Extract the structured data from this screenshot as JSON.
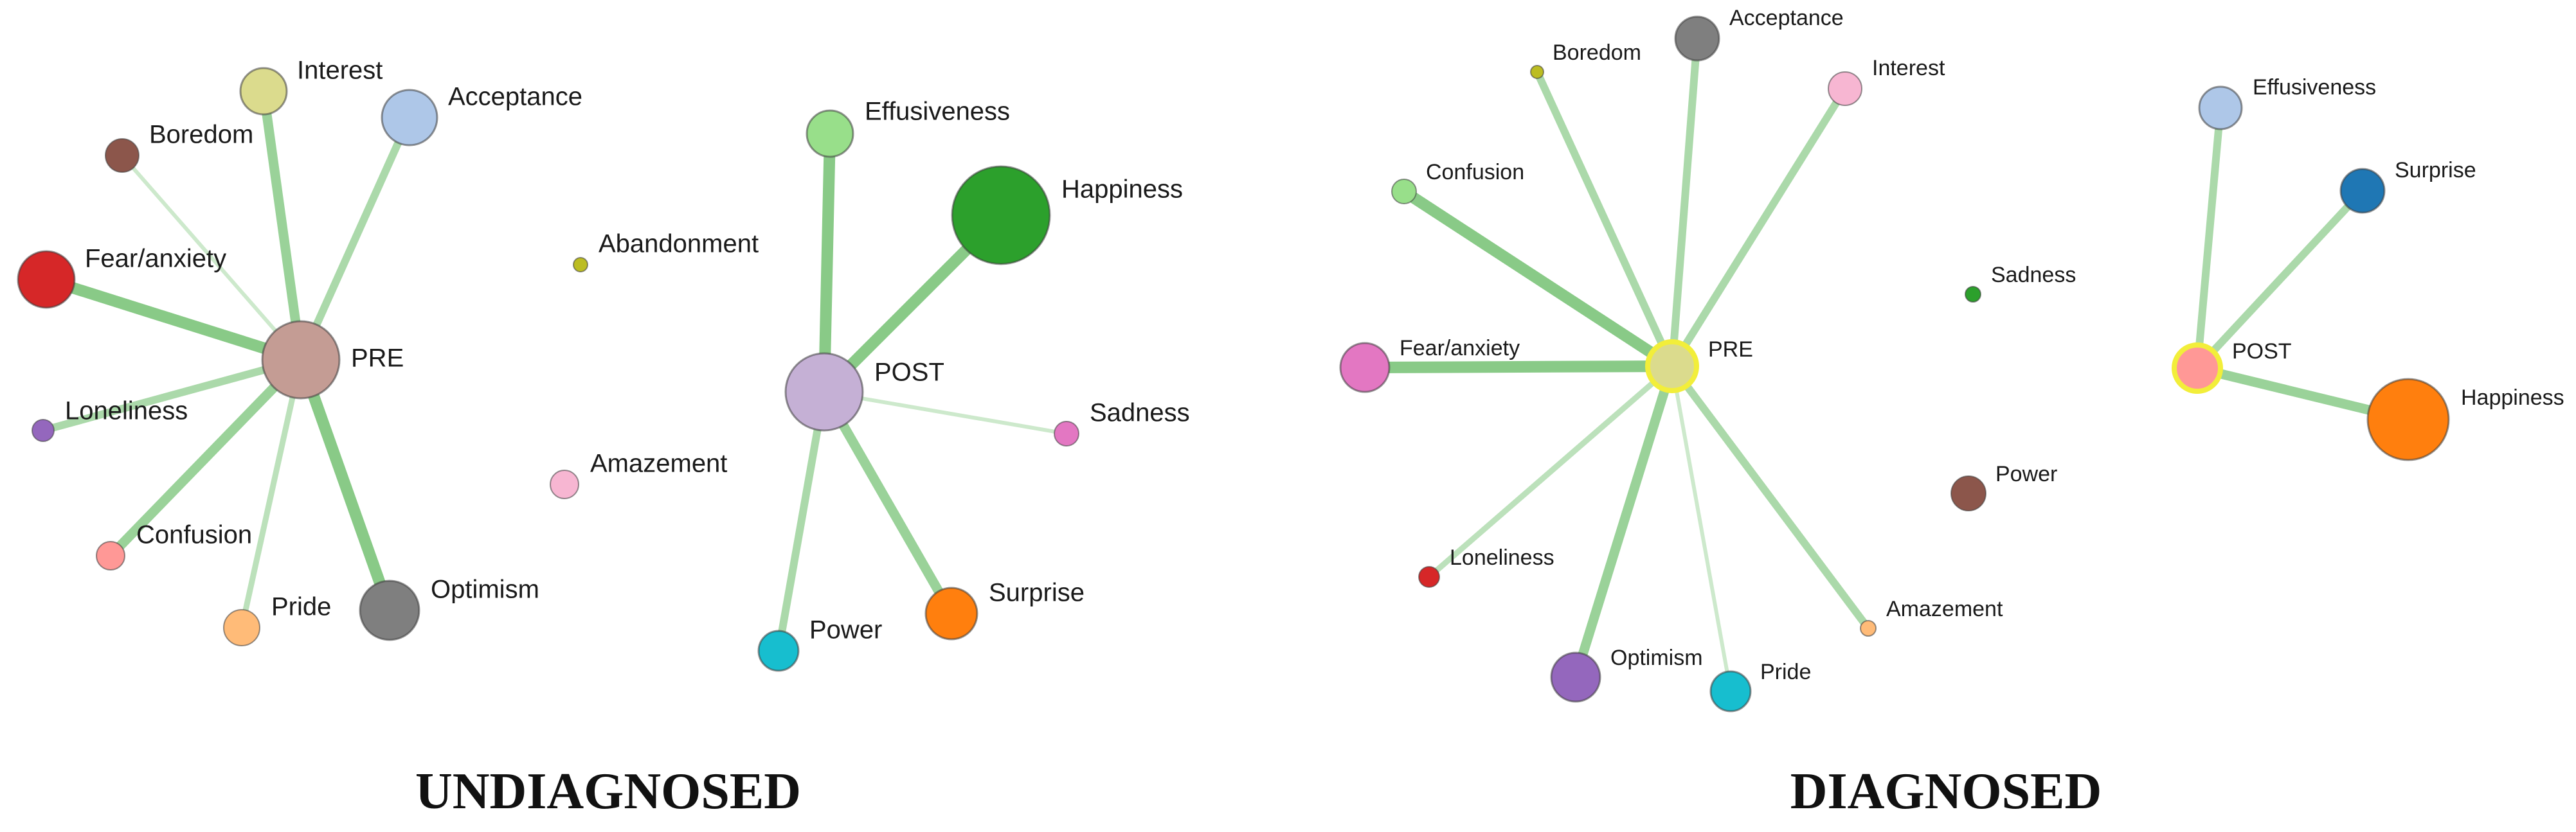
{
  "panels": [
    {
      "title": "UNDIAGNOSED",
      "nodes": [
        {
          "id": "pre",
          "label": "PRE",
          "color": "#c49c94"
        },
        {
          "id": "post",
          "label": "POST",
          "color": "#c5b0d5"
        },
        {
          "id": "interest",
          "label": "Interest",
          "color": "#dbdb8d"
        },
        {
          "id": "acceptance",
          "label": "Acceptance",
          "color": "#aec7e8"
        },
        {
          "id": "boredom",
          "label": "Boredom",
          "color": "#8c564b"
        },
        {
          "id": "fear",
          "label": "Fear/anxiety",
          "color": "#d62728"
        },
        {
          "id": "loneliness",
          "label": "Loneliness",
          "color": "#9467bd"
        },
        {
          "id": "confusion",
          "label": "Confusion",
          "color": "#ff9896"
        },
        {
          "id": "pride",
          "label": "Pride",
          "color": "#ffbb78"
        },
        {
          "id": "optimism",
          "label": "Optimism",
          "color": "#7f7f7f"
        },
        {
          "id": "abandonment",
          "label": "Abandonment",
          "color": "#bcbd22"
        },
        {
          "id": "amazement",
          "label": "Amazement",
          "color": "#f7b6d2"
        },
        {
          "id": "effusiveness",
          "label": "Effusiveness",
          "color": "#98df8a"
        },
        {
          "id": "happiness",
          "label": "Happiness",
          "color": "#2ca02c"
        },
        {
          "id": "sadness",
          "label": "Sadness",
          "color": "#e377c2"
        },
        {
          "id": "surprise",
          "label": "Surprise",
          "color": "#ff7f0e"
        },
        {
          "id": "power",
          "label": "Power",
          "color": "#17becf"
        }
      ],
      "edges": [
        {
          "from": "pre",
          "to": "interest",
          "weight": 4
        },
        {
          "from": "pre",
          "to": "acceptance",
          "weight": 3
        },
        {
          "from": "pre",
          "to": "boredom",
          "weight": 1
        },
        {
          "from": "pre",
          "to": "fear",
          "weight": 5
        },
        {
          "from": "pre",
          "to": "loneliness",
          "weight": 3
        },
        {
          "from": "pre",
          "to": "confusion",
          "weight": 4
        },
        {
          "from": "pre",
          "to": "pride",
          "weight": 2
        },
        {
          "from": "pre",
          "to": "optimism",
          "weight": 5
        },
        {
          "from": "post",
          "to": "effusiveness",
          "weight": 5
        },
        {
          "from": "post",
          "to": "happiness",
          "weight": 5
        },
        {
          "from": "post",
          "to": "sadness",
          "weight": 1
        },
        {
          "from": "post",
          "to": "surprise",
          "weight": 4
        },
        {
          "from": "post",
          "to": "power",
          "weight": 3
        }
      ]
    },
    {
      "title": "DIAGNOSED",
      "nodes": [
        {
          "id": "pre",
          "label": "PRE",
          "color": "#dbdb8d"
        },
        {
          "id": "post",
          "label": "POST",
          "color": "#ff9896"
        },
        {
          "id": "boredom",
          "label": "Boredom",
          "color": "#bcbd22"
        },
        {
          "id": "acceptance",
          "label": "Acceptance",
          "color": "#7f7f7f"
        },
        {
          "id": "interest",
          "label": "Interest",
          "color": "#f7b6d2"
        },
        {
          "id": "confusion",
          "label": "Confusion",
          "color": "#98df8a"
        },
        {
          "id": "fear",
          "label": "Fear/anxiety",
          "color": "#e377c2"
        },
        {
          "id": "loneliness",
          "label": "Loneliness",
          "color": "#d62728"
        },
        {
          "id": "optimism",
          "label": "Optimism",
          "color": "#9467bd"
        },
        {
          "id": "pride",
          "label": "Pride",
          "color": "#17becf"
        },
        {
          "id": "amazement",
          "label": "Amazement",
          "color": "#ffbb78"
        },
        {
          "id": "sadness",
          "label": "Sadness",
          "color": "#2ca02c"
        },
        {
          "id": "power",
          "label": "Power",
          "color": "#8c564b"
        },
        {
          "id": "effusiveness",
          "label": "Effusiveness",
          "color": "#aec7e8"
        },
        {
          "id": "surprise",
          "label": "Surprise",
          "color": "#1f77b4"
        },
        {
          "id": "happiness",
          "label": "Happiness",
          "color": "#ff7f0e"
        }
      ],
      "edges": [
        {
          "from": "pre",
          "to": "boredom",
          "weight": 3
        },
        {
          "from": "pre",
          "to": "acceptance",
          "weight": 3
        },
        {
          "from": "pre",
          "to": "interest",
          "weight": 3
        },
        {
          "from": "pre",
          "to": "confusion",
          "weight": 5
        },
        {
          "from": "pre",
          "to": "fear",
          "weight": 5
        },
        {
          "from": "pre",
          "to": "loneliness",
          "weight": 2
        },
        {
          "from": "pre",
          "to": "optimism",
          "weight": 4
        },
        {
          "from": "pre",
          "to": "pride",
          "weight": 1
        },
        {
          "from": "pre",
          "to": "amazement",
          "weight": 3
        },
        {
          "from": "post",
          "to": "effusiveness",
          "weight": 3
        },
        {
          "from": "post",
          "to": "surprise",
          "weight": 3
        },
        {
          "from": "post",
          "to": "happiness",
          "weight": 4
        }
      ]
    }
  ]
}
